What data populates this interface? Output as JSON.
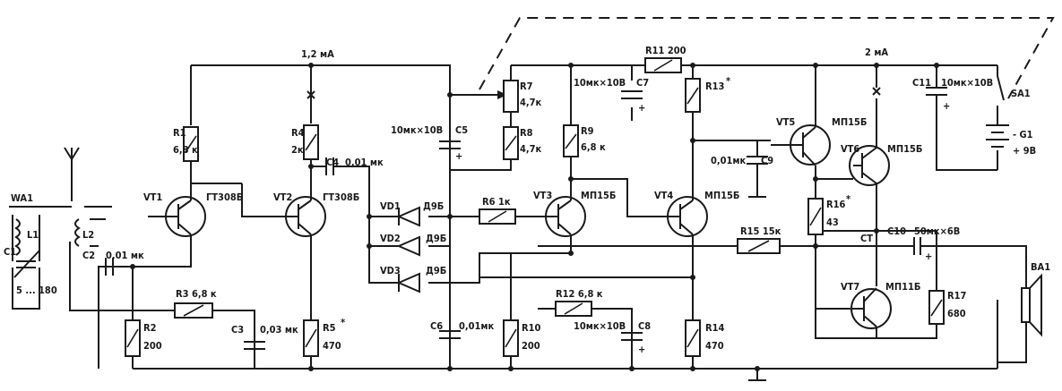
{
  "labels": {
    "i1": "1,2 мА",
    "i2": "2 мА",
    "wa1": "WA1",
    "l1": "L1",
    "l2": "L2",
    "c1": "C1",
    "c1_val": "5 ... 180",
    "c2": "C2",
    "c2_val": "0,01 мк",
    "vt1": "VT1",
    "vt1_type": "ГТ308Б",
    "vt2": "VT2",
    "vt2_type": "ГТ308Б",
    "r1": "R1",
    "r1_val": "6,8 к",
    "r4": "R4",
    "r4_val": "2к",
    "c4": "C4",
    "c4_val": "0,01 мк",
    "r3": "R3 6,8 к",
    "r2": "R2",
    "r2_val": "200",
    "c3": "C3",
    "c3_val": "0,03 мк",
    "r5": "R5",
    "r5_val": "470",
    "star": "*",
    "vd1": "VD1",
    "vd2": "VD2",
    "vd3": "VD3",
    "d9b": "Д9Б",
    "c5": "C5",
    "c5_val": "10мк×10В",
    "r7": "R7",
    "r7_val": "4,7к",
    "r8": "R8",
    "r8_val": "4,7к",
    "r6": "R6  1к",
    "c6": "C6",
    "c6_val": "0,01мк",
    "r10": "R10",
    "r10_val": "200",
    "r11": "R11 200",
    "c7": "C7",
    "c7_val": "10мк×10В",
    "r9": "R9",
    "r9_val": "6,8 к",
    "vt3": "VT3",
    "vt3_type": "МП15Б",
    "vt4": "VT4",
    "vt4_type": "МП15Б",
    "r12": "R12 6,8 к",
    "c8": "C8",
    "c8_val": "10мк×10В",
    "r13": "R13",
    "r14": "R14",
    "r14_val": "470",
    "c9": "C9",
    "c9_val": "0,01мк",
    "r15": "R15 15к",
    "vt5": "VT5",
    "vt5_type": "МП15Б",
    "vt6": "VT6",
    "vt6_type": "МП15Б",
    "vt7": "VT7",
    "vt7_type": "МП11Б",
    "r16": "R16",
    "r16_val": "43",
    "ct": "СТ",
    "c10": "C10",
    "c10_val": "50мк×6В",
    "r17": "R17",
    "r17_val": "680",
    "c11": "C11",
    "c11_val": "10мк×10В",
    "sa1": "SA1",
    "g1": "- G1",
    "g1_val": "+ 9В",
    "ba1": "BA1",
    "plus": "+"
  }
}
